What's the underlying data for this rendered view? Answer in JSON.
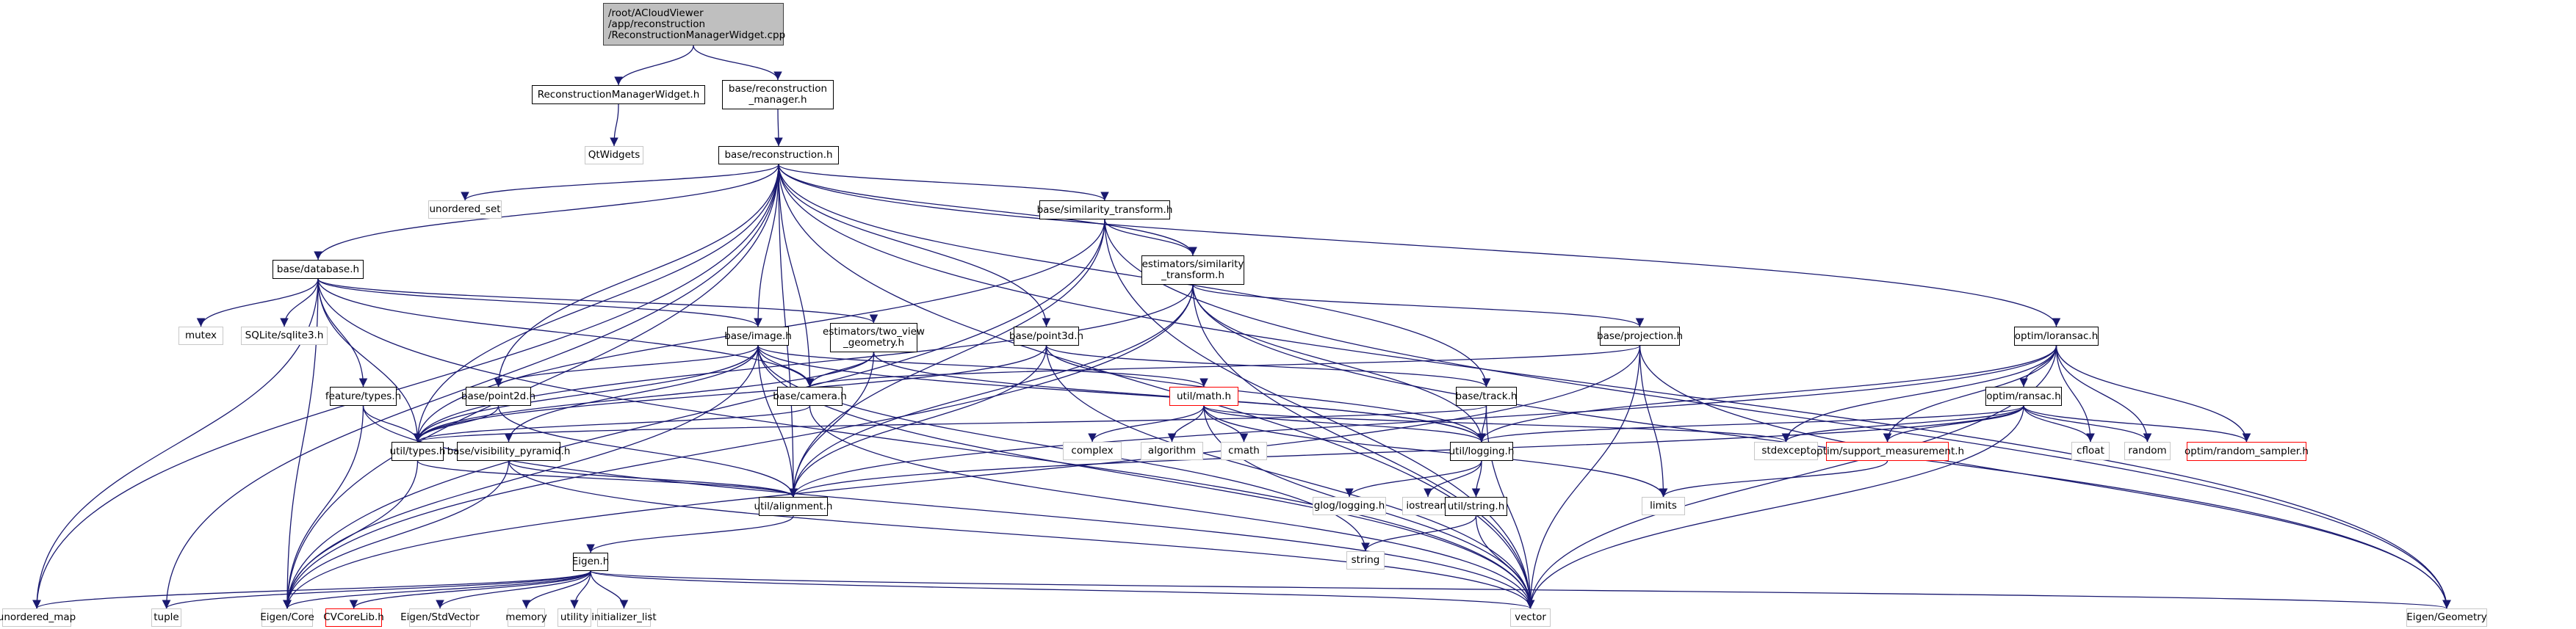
{
  "title": "Include dependency graph for ReconstructionManagerWidget.cpp",
  "colors": {
    "edge": "#191970",
    "internal_border": "#000000",
    "external_border": "#c8c8c8",
    "truncated_border": "#ff0000",
    "root_fill": "#bfbfbf"
  },
  "nodes": [
    {
      "id": "root",
      "label": "/root/ACloudViewer\n/app/reconstruction\n/ReconstructionManagerWidget.cpp",
      "kind": "root"
    },
    {
      "id": "rmw_h",
      "label": "ReconstructionManagerWidget.h",
      "kind": "internal"
    },
    {
      "id": "rec_mgr",
      "label": "base/reconstruction\n_manager.h",
      "kind": "internal"
    },
    {
      "id": "qtwidgets",
      "label": "QtWidgets",
      "kind": "external"
    },
    {
      "id": "reconstruction",
      "label": "base/reconstruction.h",
      "kind": "internal"
    },
    {
      "id": "unordered_set",
      "label": "unordered_set",
      "kind": "external"
    },
    {
      "id": "sim_transform",
      "label": "base/similarity_transform.h",
      "kind": "internal"
    },
    {
      "id": "est_sim",
      "label": "estimators/similarity\n_transform.h",
      "kind": "internal"
    },
    {
      "id": "database",
      "label": "base/database.h",
      "kind": "internal"
    },
    {
      "id": "mutex",
      "label": "mutex",
      "kind": "external"
    },
    {
      "id": "sqlite",
      "label": "SQLite/sqlite3.h",
      "kind": "external"
    },
    {
      "id": "image",
      "label": "base/image.h",
      "kind": "internal"
    },
    {
      "id": "two_view",
      "label": "estimators/two_view\n_geometry.h",
      "kind": "internal"
    },
    {
      "id": "point3d",
      "label": "base/point3d.h",
      "kind": "internal"
    },
    {
      "id": "projection",
      "label": "base/projection.h",
      "kind": "internal"
    },
    {
      "id": "loransac",
      "label": "optim/loransac.h",
      "kind": "internal"
    },
    {
      "id": "feature_types",
      "label": "feature/types.h",
      "kind": "internal"
    },
    {
      "id": "point2d",
      "label": "base/point2d.h",
      "kind": "internal"
    },
    {
      "id": "camera",
      "label": "base/camera.h",
      "kind": "internal"
    },
    {
      "id": "math",
      "label": "util/math.h",
      "kind": "truncated"
    },
    {
      "id": "track",
      "label": "base/track.h",
      "kind": "internal"
    },
    {
      "id": "ransac",
      "label": "optim/ransac.h",
      "kind": "internal"
    },
    {
      "id": "util_types",
      "label": "util/types.h",
      "kind": "internal"
    },
    {
      "id": "vis_pyramid",
      "label": "base/visibility_pyramid.h",
      "kind": "internal"
    },
    {
      "id": "complex",
      "label": "complex",
      "kind": "external"
    },
    {
      "id": "algorithm",
      "label": "algorithm",
      "kind": "external"
    },
    {
      "id": "cmath",
      "label": "cmath",
      "kind": "external"
    },
    {
      "id": "logging",
      "label": "util/logging.h",
      "kind": "internal"
    },
    {
      "id": "stdexcept",
      "label": "stdexcept",
      "kind": "external"
    },
    {
      "id": "support_meas",
      "label": "optim/support_measurement.h",
      "kind": "truncated"
    },
    {
      "id": "cfloat",
      "label": "cfloat",
      "kind": "external"
    },
    {
      "id": "random",
      "label": "random",
      "kind": "external"
    },
    {
      "id": "random_sampler",
      "label": "optim/random_sampler.h",
      "kind": "truncated"
    },
    {
      "id": "alignment",
      "label": "util/alignment.h",
      "kind": "internal"
    },
    {
      "id": "glog",
      "label": "glog/logging.h",
      "kind": "external"
    },
    {
      "id": "iostream",
      "label": "iostream",
      "kind": "external"
    },
    {
      "id": "limits",
      "label": "limits",
      "kind": "external"
    },
    {
      "id": "util_string",
      "label": "util/string.h",
      "kind": "internal"
    },
    {
      "id": "string",
      "label": "string",
      "kind": "external"
    },
    {
      "id": "eigen_h",
      "label": "Eigen.h",
      "kind": "internal"
    },
    {
      "id": "unordered_map",
      "label": "unordered_map",
      "kind": "external"
    },
    {
      "id": "tuple",
      "label": "tuple",
      "kind": "external"
    },
    {
      "id": "eigen_core",
      "label": "Eigen/Core",
      "kind": "external"
    },
    {
      "id": "cvcorelib",
      "label": "CVCoreLib.h",
      "kind": "truncated"
    },
    {
      "id": "eigen_stdvector",
      "label": "Eigen/StdVector",
      "kind": "external"
    },
    {
      "id": "memory",
      "label": "memory",
      "kind": "external"
    },
    {
      "id": "utility",
      "label": "utility",
      "kind": "external"
    },
    {
      "id": "initializer_list",
      "label": "initializer_list",
      "kind": "external"
    },
    {
      "id": "vector",
      "label": "vector",
      "kind": "external"
    },
    {
      "id": "eigen_geometry",
      "label": "Eigen/Geometry",
      "kind": "external"
    }
  ],
  "edges": [
    [
      "root",
      "rmw_h"
    ],
    [
      "root",
      "rec_mgr"
    ],
    [
      "rmw_h",
      "qtwidgets"
    ],
    [
      "rec_mgr",
      "reconstruction"
    ],
    [
      "reconstruction",
      "unordered_set"
    ],
    [
      "reconstruction",
      "sim_transform"
    ],
    [
      "reconstruction",
      "est_sim"
    ],
    [
      "reconstruction",
      "database"
    ],
    [
      "reconstruction",
      "image"
    ],
    [
      "reconstruction",
      "point3d"
    ],
    [
      "reconstruction",
      "point2d"
    ],
    [
      "reconstruction",
      "camera"
    ],
    [
      "reconstruction",
      "track"
    ],
    [
      "reconstruction",
      "loransac"
    ],
    [
      "reconstruction",
      "util_types"
    ],
    [
      "reconstruction",
      "alignment"
    ],
    [
      "reconstruction",
      "unordered_map"
    ],
    [
      "reconstruction",
      "tuple"
    ],
    [
      "reconstruction",
      "eigen_core"
    ],
    [
      "reconstruction",
      "vector"
    ],
    [
      "reconstruction",
      "eigen_geometry"
    ],
    [
      "sim_transform",
      "est_sim"
    ],
    [
      "sim_transform",
      "util_types"
    ],
    [
      "sim_transform",
      "alignment"
    ],
    [
      "sim_transform",
      "eigen_core"
    ],
    [
      "sim_transform",
      "vector"
    ],
    [
      "sim_transform",
      "eigen_geometry"
    ],
    [
      "est_sim",
      "projection"
    ],
    [
      "est_sim",
      "util_types"
    ],
    [
      "est_sim",
      "alignment"
    ],
    [
      "est_sim",
      "logging"
    ],
    [
      "est_sim",
      "eigen_core"
    ],
    [
      "est_sim",
      "vector"
    ],
    [
      "est_sim",
      "eigen_geometry"
    ],
    [
      "database",
      "mutex"
    ],
    [
      "database",
      "sqlite"
    ],
    [
      "database",
      "image"
    ],
    [
      "database",
      "two_view"
    ],
    [
      "database",
      "feature_types"
    ],
    [
      "database",
      "camera"
    ],
    [
      "database",
      "util_types"
    ],
    [
      "database",
      "unordered_map"
    ],
    [
      "database",
      "eigen_core"
    ],
    [
      "database",
      "vector"
    ],
    [
      "image",
      "camera"
    ],
    [
      "image",
      "point2d"
    ],
    [
      "image",
      "vis_pyramid"
    ],
    [
      "image",
      "math"
    ],
    [
      "image",
      "logging"
    ],
    [
      "image",
      "util_types"
    ],
    [
      "image",
      "alignment"
    ],
    [
      "image",
      "string"
    ],
    [
      "image",
      "vector"
    ],
    [
      "image",
      "eigen_core"
    ],
    [
      "two_view",
      "camera"
    ],
    [
      "two_view",
      "util_types"
    ],
    [
      "two_view",
      "alignment"
    ],
    [
      "two_view",
      "logging"
    ],
    [
      "point3d",
      "track"
    ],
    [
      "point3d",
      "logging"
    ],
    [
      "point3d",
      "util_types"
    ],
    [
      "point3d",
      "alignment"
    ],
    [
      "point3d",
      "vector"
    ],
    [
      "projection",
      "camera"
    ],
    [
      "projection",
      "limits"
    ],
    [
      "projection",
      "vector"
    ],
    [
      "projection",
      "eigen_core"
    ],
    [
      "projection",
      "eigen_geometry"
    ],
    [
      "loransac",
      "ransac"
    ],
    [
      "loransac",
      "support_meas"
    ],
    [
      "loransac",
      "random_sampler"
    ],
    [
      "loransac",
      "cfloat"
    ],
    [
      "loransac",
      "random"
    ],
    [
      "loransac",
      "stdexcept"
    ],
    [
      "loransac",
      "logging"
    ],
    [
      "loransac",
      "alignment"
    ],
    [
      "loransac",
      "vector"
    ],
    [
      "ransac",
      "support_meas"
    ],
    [
      "ransac",
      "random_sampler"
    ],
    [
      "ransac",
      "cfloat"
    ],
    [
      "ransac",
      "random"
    ],
    [
      "ransac",
      "stdexcept"
    ],
    [
      "ransac",
      "logging"
    ],
    [
      "ransac",
      "alignment"
    ],
    [
      "ransac",
      "vector"
    ],
    [
      "feature_types",
      "util_types"
    ],
    [
      "feature_types",
      "eigen_core"
    ],
    [
      "feature_types",
      "vector"
    ],
    [
      "point2d",
      "util_types"
    ],
    [
      "point2d",
      "alignment"
    ],
    [
      "camera",
      "util_types"
    ],
    [
      "camera",
      "vector"
    ],
    [
      "math",
      "complex"
    ],
    [
      "math",
      "algorithm"
    ],
    [
      "math",
      "cmath"
    ],
    [
      "math",
      "limits"
    ],
    [
      "math",
      "stdexcept"
    ],
    [
      "math",
      "logging"
    ],
    [
      "math",
      "vector"
    ],
    [
      "track",
      "logging"
    ],
    [
      "track",
      "util_types"
    ],
    [
      "track",
      "vector"
    ],
    [
      "util_types",
      "alignment"
    ],
    [
      "util_types",
      "eigen_core"
    ],
    [
      "vis_pyramid",
      "alignment"
    ],
    [
      "vis_pyramid",
      "eigen_core"
    ],
    [
      "vis_pyramid",
      "vector"
    ],
    [
      "logging",
      "glog"
    ],
    [
      "logging",
      "iostream"
    ],
    [
      "logging",
      "util_string"
    ],
    [
      "util_string",
      "string"
    ],
    [
      "util_string",
      "vector"
    ],
    [
      "support_meas",
      "limits"
    ],
    [
      "alignment",
      "eigen_h"
    ],
    [
      "eigen_h",
      "unordered_map"
    ],
    [
      "eigen_h",
      "tuple"
    ],
    [
      "eigen_h",
      "eigen_core"
    ],
    [
      "eigen_h",
      "cvcorelib"
    ],
    [
      "eigen_h",
      "eigen_stdvector"
    ],
    [
      "eigen_h",
      "memory"
    ],
    [
      "eigen_h",
      "utility"
    ],
    [
      "eigen_h",
      "initializer_list"
    ],
    [
      "eigen_h",
      "vector"
    ],
    [
      "eigen_h",
      "eigen_geometry"
    ]
  ]
}
